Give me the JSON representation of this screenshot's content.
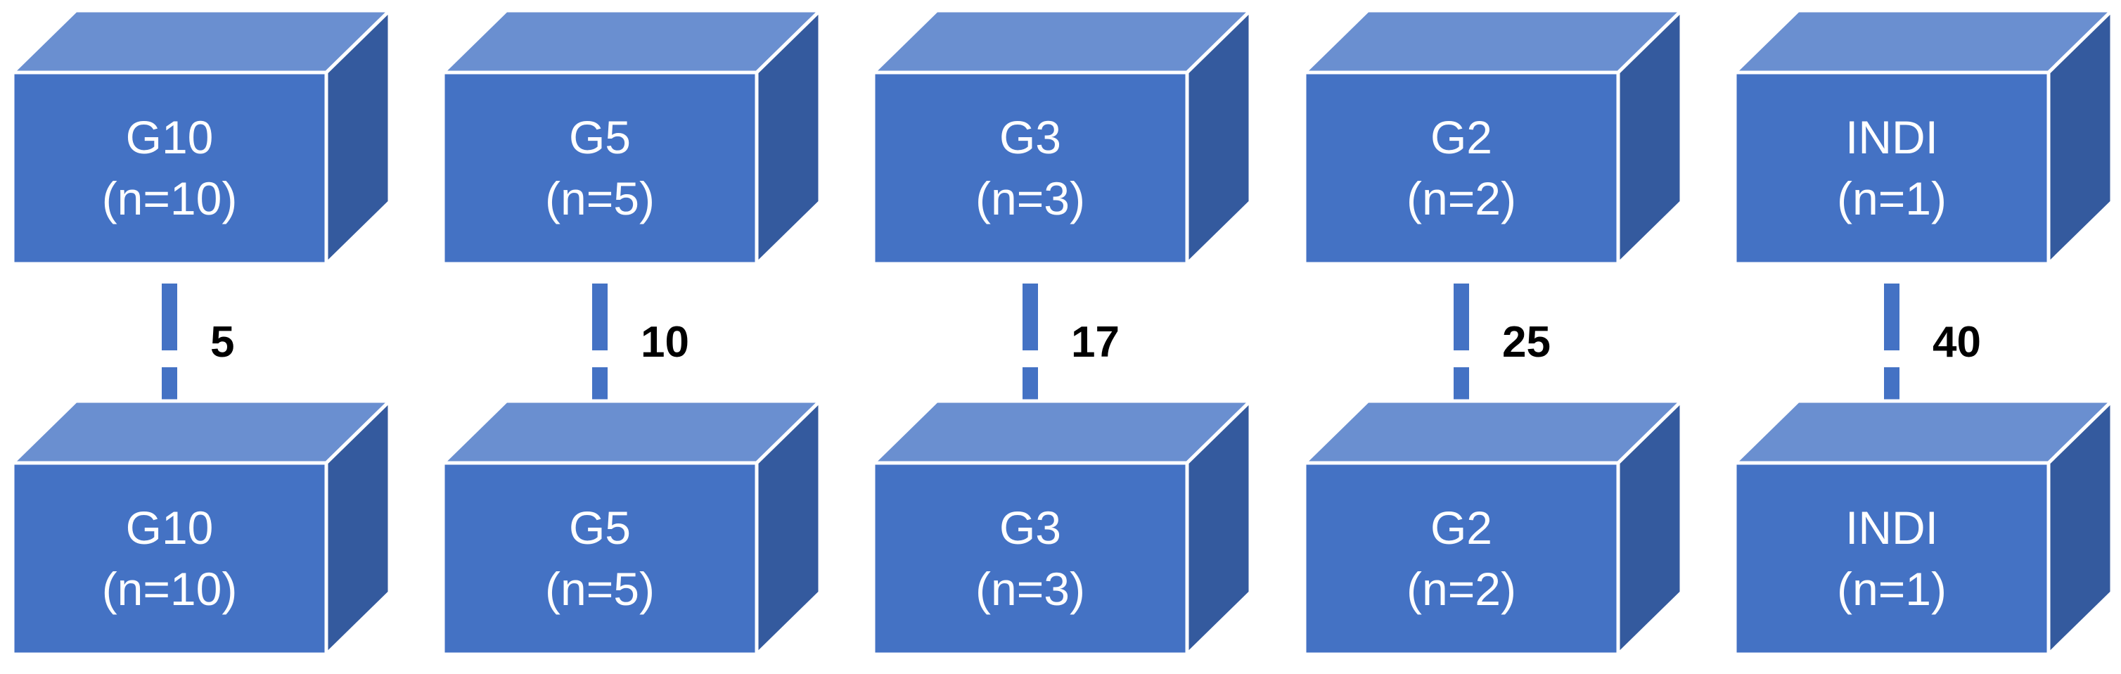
{
  "colors": {
    "front": "#4472C4",
    "top": "#6A8FD0",
    "side": "#345A9E",
    "edge": "#FFFFFF",
    "connector": "#4472C4",
    "text": "#FFFFFF",
    "link_text": "#000000"
  },
  "columns": [
    {
      "top_box": {
        "name": "G10",
        "count": "(n=10)"
      },
      "bottom_box": {
        "name": "G10",
        "count": "(n=10)"
      },
      "link_value": "5"
    },
    {
      "top_box": {
        "name": "G5",
        "count": "(n=5)"
      },
      "bottom_box": {
        "name": "G5",
        "count": "(n=5)"
      },
      "link_value": "10"
    },
    {
      "top_box": {
        "name": "G3",
        "count": "(n=3)"
      },
      "bottom_box": {
        "name": "G3",
        "count": "(n=3)"
      },
      "link_value": "17"
    },
    {
      "top_box": {
        "name": "G2",
        "count": "(n=2)"
      },
      "bottom_box": {
        "name": "G2",
        "count": "(n=2)"
      },
      "link_value": "25"
    },
    {
      "top_box": {
        "name": "INDI",
        "count": "(n=1)"
      },
      "bottom_box": {
        "name": "INDI",
        "count": "(n=1)"
      },
      "link_value": "40"
    }
  ]
}
